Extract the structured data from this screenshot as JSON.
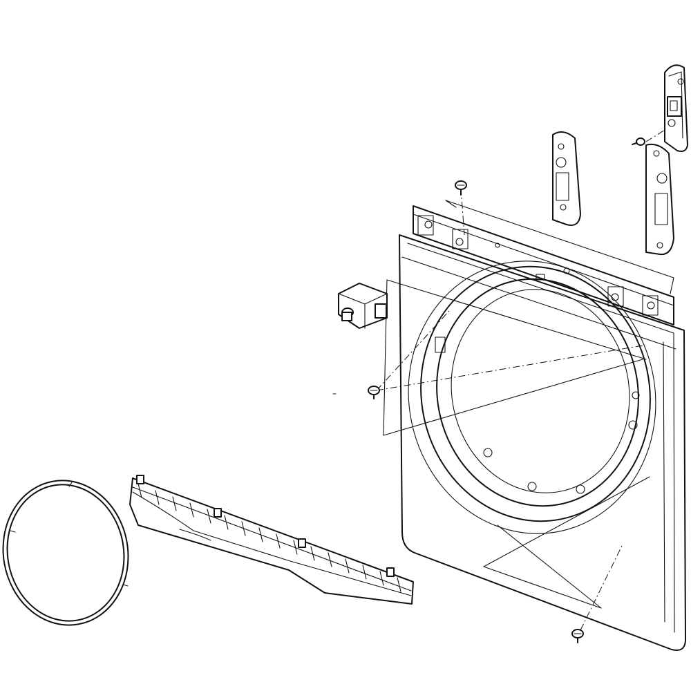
{
  "diagram": {
    "colors": {
      "line": "#111111",
      "background": "#ffffff"
    },
    "parts": [
      {
        "id": "front-panel"
      },
      {
        "id": "door-opening-ring"
      },
      {
        "id": "door-gasket-seal"
      },
      {
        "id": "lower-kick-panel"
      },
      {
        "id": "door-switch"
      },
      {
        "id": "upper-hinge-bracket"
      },
      {
        "id": "left-hinge-plate"
      },
      {
        "id": "right-hinge-plate"
      },
      {
        "id": "screw-top"
      },
      {
        "id": "screw-switch"
      },
      {
        "id": "screw-bottom"
      },
      {
        "id": "screw-hinge"
      }
    ]
  }
}
